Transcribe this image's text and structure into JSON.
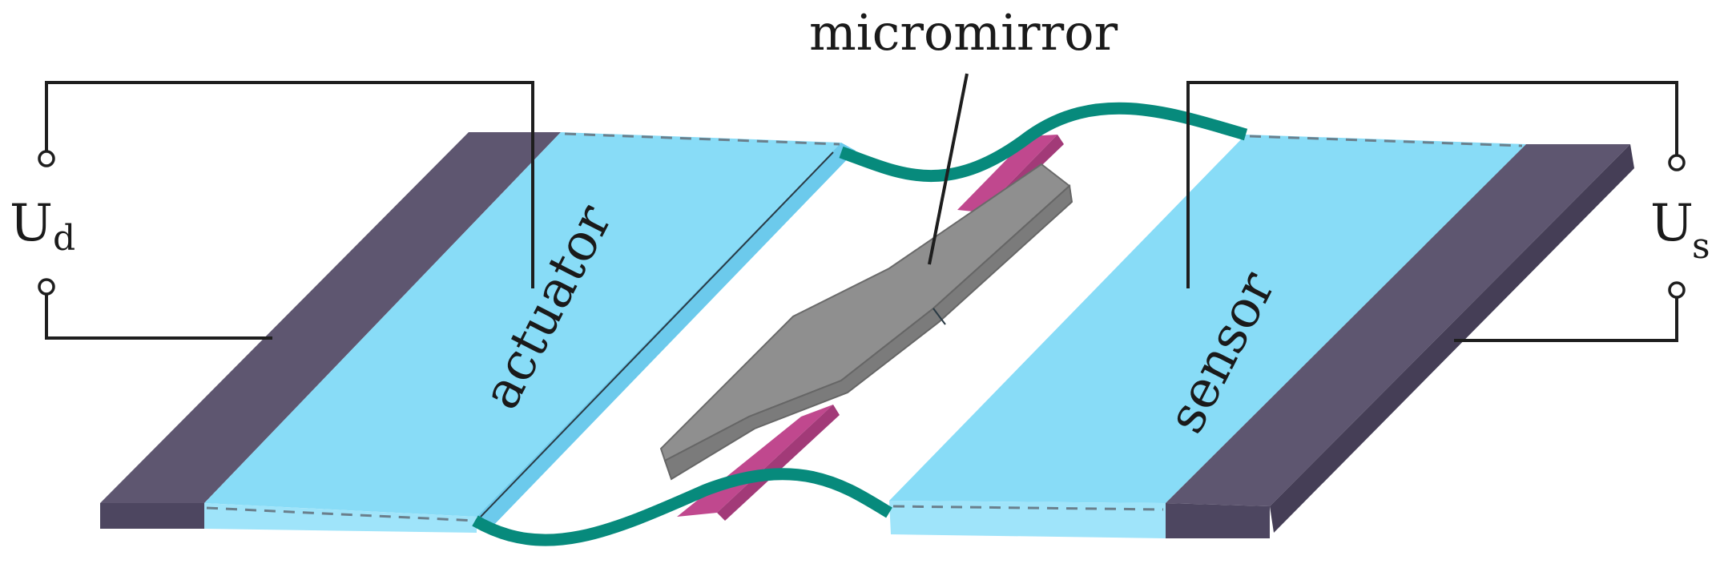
{
  "labels": {
    "micromirror": "micromirror",
    "actuator": "actuator",
    "sensor": "sensor",
    "ud_main": "U",
    "ud_sub": "d",
    "us_main": "U",
    "us_sub": "s"
  },
  "colors": {
    "electrode": "#5e5670",
    "piezo_layer": "#88dcf7",
    "piezo_edge": "#6ccaec",
    "spring": "#078a7c",
    "torsion_bar": "#c0488e",
    "mirror": "#8f8f8f",
    "mirror_edge": "#6a6a6a",
    "wire": "#1e1e1e"
  }
}
